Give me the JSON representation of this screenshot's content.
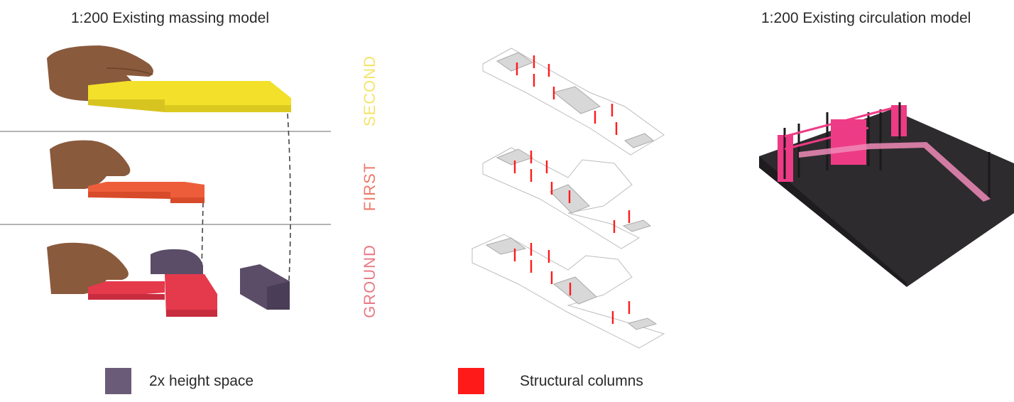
{
  "titles": {
    "massing": "1:200 Existing massing model",
    "circulation": "1:200 Existing circulation model"
  },
  "floors": {
    "second": "SECOND",
    "first": "FIRST",
    "ground": "GROUND"
  },
  "legend": {
    "double_height": "2x height space",
    "columns": "Structural columns"
  },
  "colors": {
    "second": "#f2e02a",
    "first": "#ee5d3a",
    "ground": "#e5394c",
    "double_height": "#6a5c78",
    "column": "#ff1a1a",
    "second_label": "#f4e46a",
    "first_label": "#ee7a6a",
    "ground_label": "#e97a86",
    "circulation_pink": "#ee3b86",
    "base_board": "#2d2b2e",
    "skin": "#8a5a3c"
  }
}
